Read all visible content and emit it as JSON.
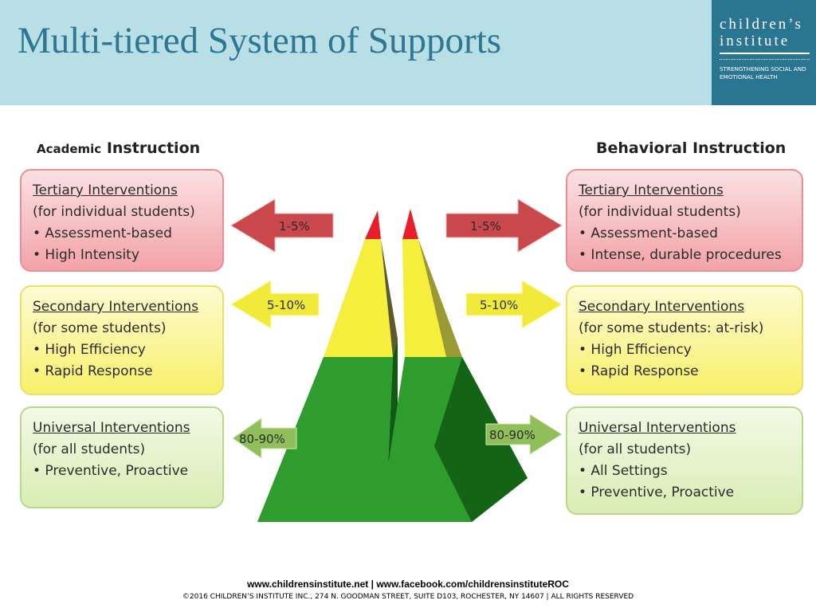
{
  "header": {
    "title": "Multi-tiered System of Supports",
    "logo_name_line1": "children’s",
    "logo_name_line2": "institute",
    "logo_tagline": "STRENGTHENING SOCIAL AND EMOTIONAL HEALTH"
  },
  "academic": {
    "heading_prefix": "Academic",
    "heading_main": "Instruction",
    "tiers": [
      {
        "title": "Tertiary Interventions",
        "sub": "(for individual students)",
        "bullets": [
          "• Assessment-based",
          "• High Intensity"
        ],
        "percent": "1-5%"
      },
      {
        "title": "Secondary Interventions",
        "sub": "(for some students)",
        "bullets": [
          "• High Efficiency",
          "• Rapid Response"
        ],
        "percent": "5-10%"
      },
      {
        "title": "Universal Interventions",
        "sub": "(for all students)",
        "bullets": [
          "• Preventive, Proactive"
        ],
        "percent": "80-90%"
      }
    ]
  },
  "behavioral": {
    "heading": "Behavioral Instruction",
    "tiers": [
      {
        "title": "Tertiary Interventions",
        "sub": "(for individual students)",
        "bullets": [
          "• Assessment-based",
          "• Intense, durable procedures"
        ],
        "percent": "1-5%"
      },
      {
        "title": "Secondary Interventions",
        "sub": "(for some students: at-risk)",
        "bullets": [
          "•  High Efficiency",
          "•  Rapid Response"
        ],
        "percent": "5-10%"
      },
      {
        "title": "Universal Interventions",
        "sub": "(for all students)",
        "bullets": [
          "• All Settings",
          "• Preventive, Proactive"
        ],
        "percent": "80-90%"
      }
    ]
  },
  "colors": {
    "header_bg": "#b9dfe6",
    "title": "#2e7793",
    "logo_bg": "#2a7692",
    "tier_tertiary": "#e84c52",
    "tier_secondary": "#f5ee3d",
    "tier_universal": "#2e9d2e"
  },
  "footer": {
    "links": "www.childrensinstitute.net  |  www.facebook.com/childrensinstituteROC",
    "copyright": "©2016 CHILDREN’S INSTITUTE INC., 274 N. GOODMAN STREET, SUITE D103, ROCHESTER, NY 14607 | ALL RIGHTS RESERVED"
  }
}
